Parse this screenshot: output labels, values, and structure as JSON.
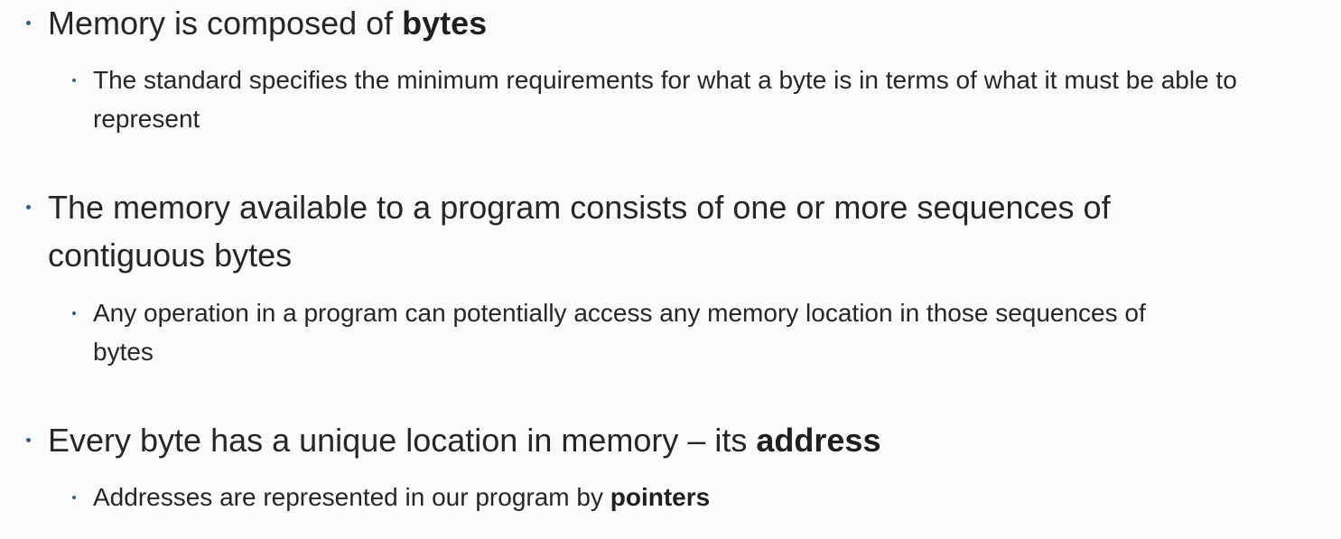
{
  "slide": {
    "bullets": [
      {
        "text_before": "Memory is composed of ",
        "emphasis": "bytes",
        "text_after": "",
        "sub": {
          "text_before": "The standard specifies the minimum requirements for what a byte is in terms of what it must be able to represent",
          "emphasis": "",
          "text_after": ""
        }
      },
      {
        "text_before": "The memory available to a program consists of one or more sequences of contiguous bytes",
        "emphasis": "",
        "text_after": "",
        "sub": {
          "text_before": "Any operation in a program can potentially access any memory location in those sequences of bytes",
          "emphasis": "",
          "text_after": ""
        }
      },
      {
        "text_before": "Every byte has a unique location in memory – its ",
        "emphasis": "address",
        "text_after": "",
        "sub": {
          "text_before": "Addresses are represented in our program by ",
          "emphasis": "pointers",
          "text_after": ""
        }
      }
    ],
    "colors": {
      "background": "#fbfbfb",
      "text": "#262626",
      "bullet": "#2d5f8a"
    }
  }
}
